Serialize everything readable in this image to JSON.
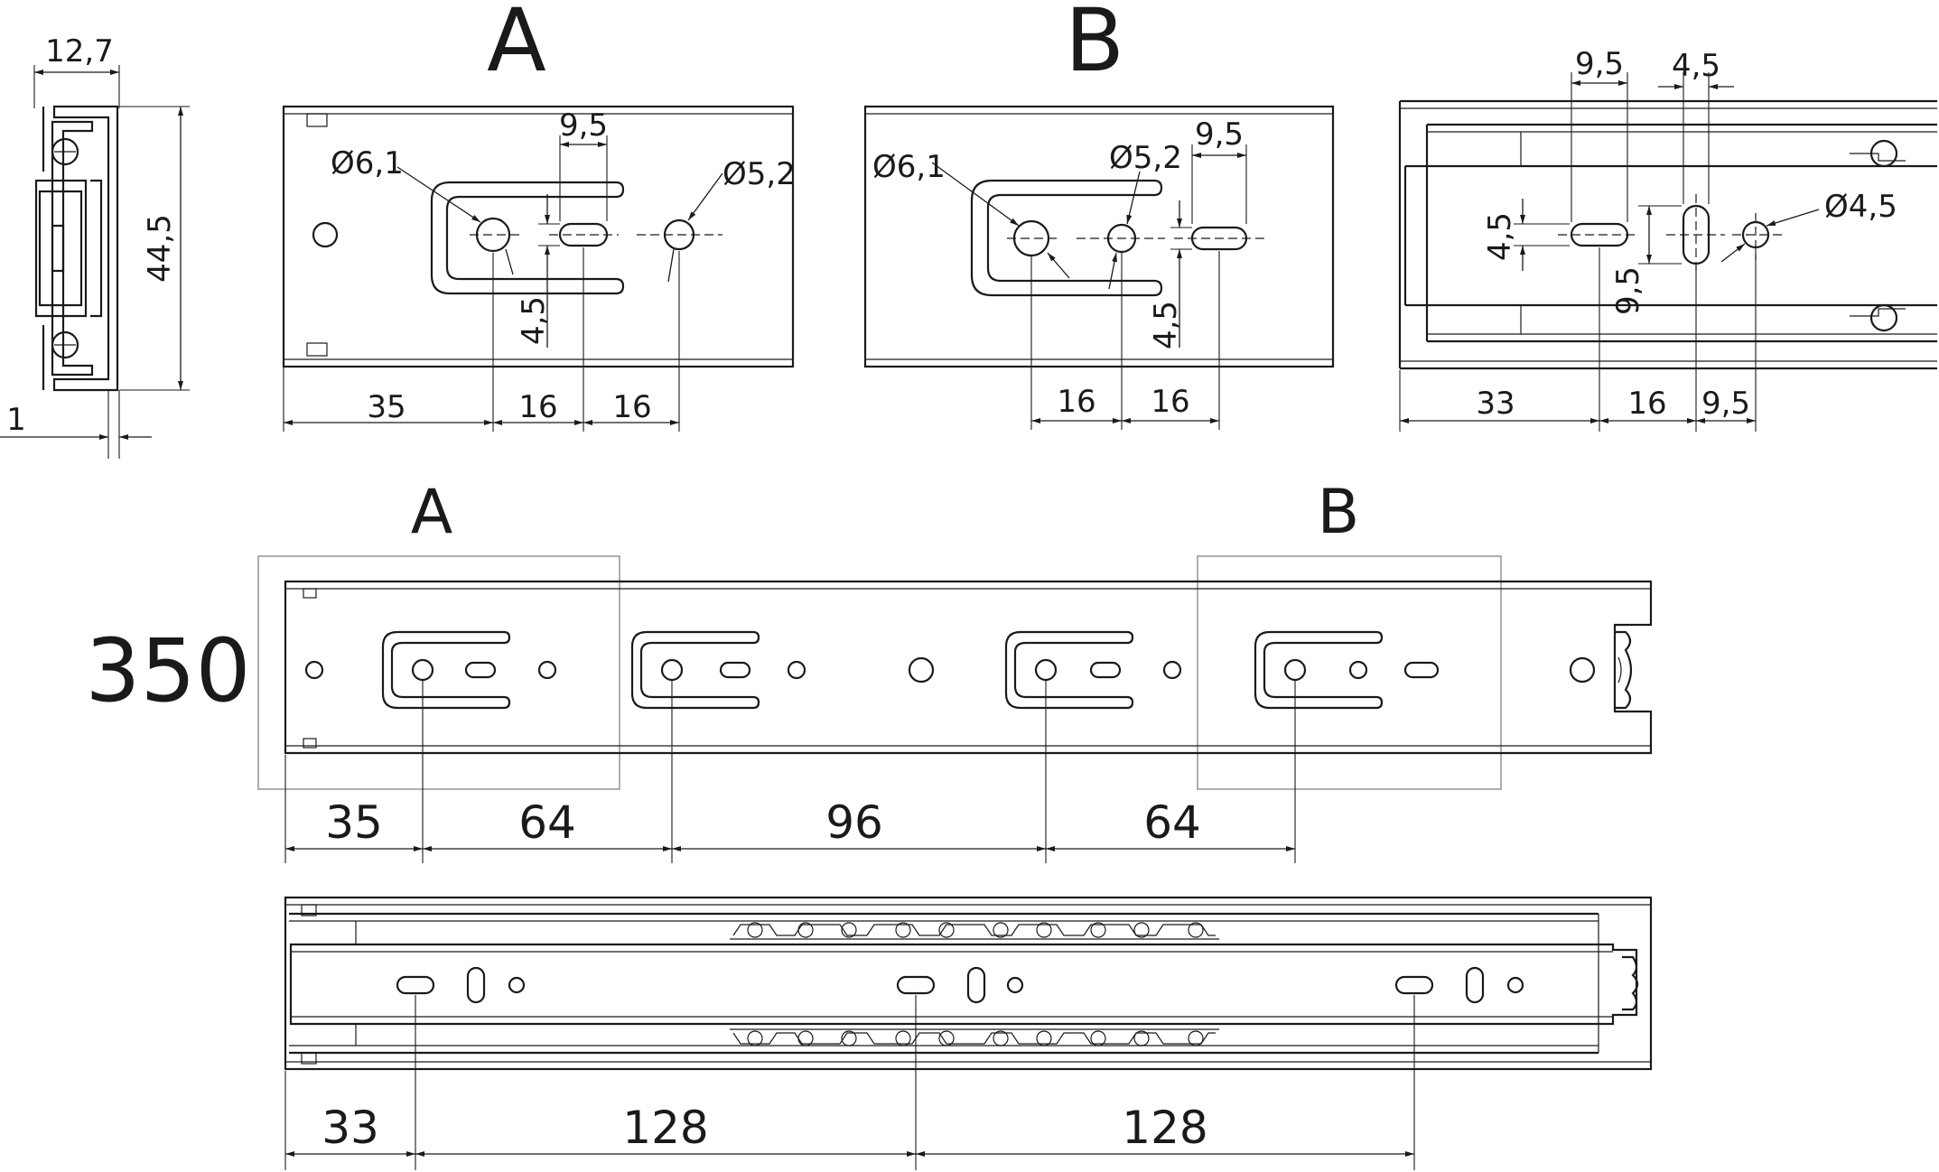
{
  "view_labels": {
    "detail_a": "A",
    "detail_b": "B",
    "long_a": "A",
    "long_b": "B"
  },
  "length_label": "350",
  "section_view": {
    "width": "12,7",
    "height": "44,5",
    "thickness": "1"
  },
  "detail_a": {
    "hole_large": "Ø6,1",
    "hole_small": "Ø5,2",
    "slot_width": "9,5",
    "slot_height": "4,5",
    "dims": [
      "35",
      "16",
      "16"
    ]
  },
  "detail_b": {
    "hole_large": "Ø6,1",
    "hole_small": "Ø5,2",
    "slot_width": "9,5",
    "slot_height": "4,5",
    "dims": [
      "16",
      "16"
    ]
  },
  "detail_c": {
    "slot_h_len": "9,5",
    "slot_v_width": "4,5",
    "slot_h_height": "4,5",
    "slot_v_len": "9,5",
    "hole": "Ø4,5",
    "dims": [
      "33",
      "16",
      "9,5"
    ]
  },
  "drawer_member_dims": [
    "35",
    "64",
    "96",
    "64"
  ],
  "cabinet_member_dims": [
    "33",
    "128",
    "128"
  ]
}
